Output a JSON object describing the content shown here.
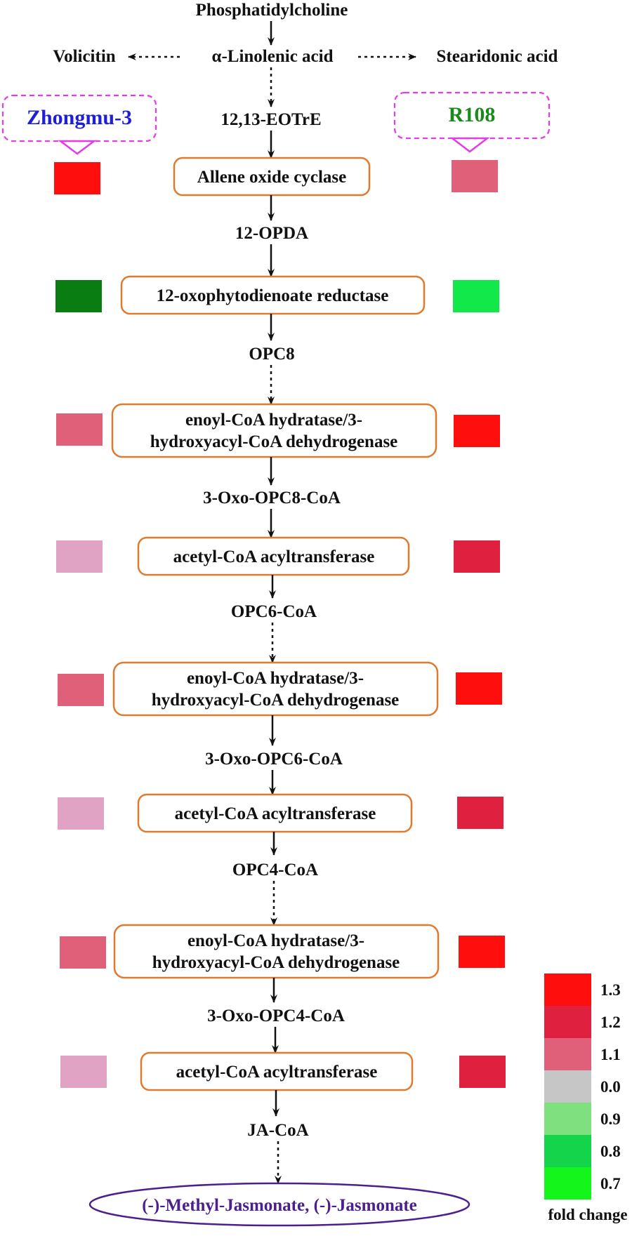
{
  "pathway": {
    "start": "Phosphatidylcholine",
    "alpha_linolenic": "α-Linolenic acid",
    "side_left": "Volicitin",
    "side_right": "Stearidonic acid",
    "metabolites": [
      "12,13-EOTrE",
      "12-OPDA",
      "OPC8",
      "3-Oxo-OPC8-CoA",
      "OPC6-CoA",
      "3-Oxo-OPC6-CoA",
      "OPC4-CoA",
      "3-Oxo-OPC4-CoA",
      "JA-CoA"
    ],
    "product": "(-)-Methyl-Jasmonate, (-)-Jasmonate",
    "product_color": "#4b1f8e"
  },
  "varieties": {
    "left": {
      "name": "Zhongmu-3",
      "color": "#1f1fd6"
    },
    "right": {
      "name": "R108",
      "color": "#1a8a1a"
    }
  },
  "enzymes": [
    {
      "line1": "Allene oxide cyclase",
      "line2": "",
      "left_color": "#ff0e0e",
      "right_color": "#e0607a"
    },
    {
      "line1": "12-oxophytodienoate reductase",
      "line2": "",
      "left_color": "#0a7d12",
      "right_color": "#13e84a"
    },
    {
      "line1": "enoyl-CoA hydratase/3-",
      "line2": "hydroxyacyl-CoA dehydrogenase",
      "left_color": "#e0607a",
      "right_color": "#ff0e0e"
    },
    {
      "line1": "acetyl-CoA acyltransferase",
      "line2": "",
      "left_color": "#e0a3c3",
      "right_color": "#e0203f"
    },
    {
      "line1": "enoyl-CoA hydratase/3-",
      "line2": "hydroxyacyl-CoA dehydrogenase",
      "left_color": "#e0607a",
      "right_color": "#ff0e0e"
    },
    {
      "line1": "acetyl-CoA acyltransferase",
      "line2": "",
      "left_color": "#e0a3c3",
      "right_color": "#e0203f"
    },
    {
      "line1": "enoyl-CoA hydratase/3-",
      "line2": "hydroxyacyl-CoA dehydrogenase",
      "left_color": "#e0607a",
      "right_color": "#ff0e0e"
    },
    {
      "line1": "acetyl-CoA acyltransferase",
      "line2": "",
      "left_color": "#e0a3c3",
      "right_color": "#e0203f"
    }
  ],
  "legend": {
    "title": "fold change",
    "items": [
      {
        "label": "1.3",
        "color": "#ff0e0e"
      },
      {
        "label": "1.2",
        "color": "#e0203f"
      },
      {
        "label": "1.1",
        "color": "#e0607a"
      },
      {
        "label": "0.0",
        "color": "#c6c6c6"
      },
      {
        "label": "0.9",
        "color": "#7ee07e"
      },
      {
        "label": "0.8",
        "color": "#13d44a"
      },
      {
        "label": "0.7",
        "color": "#14f51c"
      }
    ]
  }
}
